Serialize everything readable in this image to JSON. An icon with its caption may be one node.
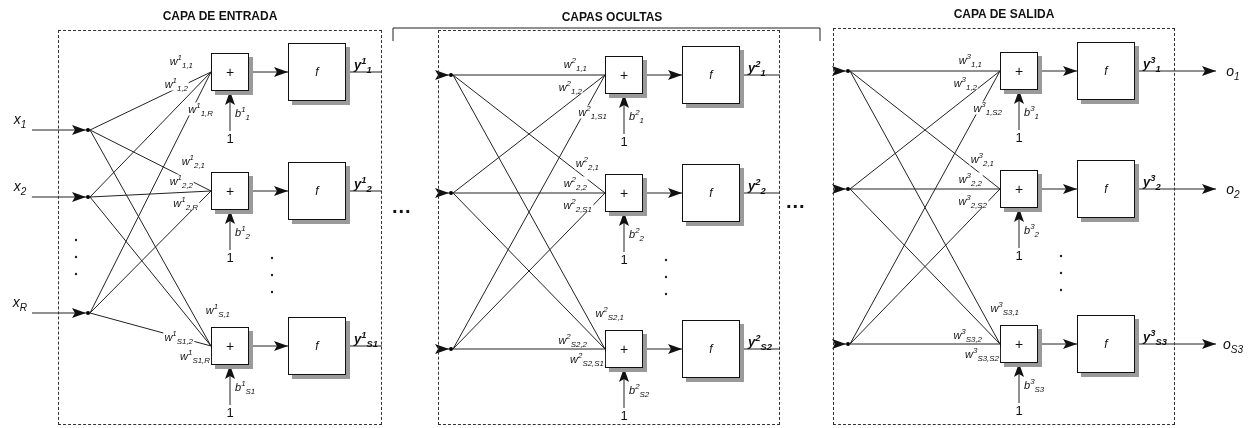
{
  "diagram": {
    "nodes": [
      {
        "text": [
          "x$_{1}$"
        ]
      },
      {
        "text": [
          "x$_{2}$"
        ]
      },
      {
        "text": [
          "x$_{R}$"
        ]
      },
      {
        "text": [
          "CAPA DE ENTRADA"
        ]
      },
      {
        "text": [],
        "shape": "point",
        "in": 3
      },
      {
        "text": [],
        "shape": "point",
        "in": 3
      },
      {
        "text": [],
        "shape": "point",
        "in": 3
      },
      {
        "text": [
          "+"
        ],
        "in": 3
      },
      {
        "text": [
          "+"
        ],
        "in": 3
      },
      {
        "text": [
          "+"
        ],
        "in": 3
      },
      {
        "text": [
          "f"
        ],
        "in": 3
      },
      {
        "text": [
          "f"
        ],
        "in": 3
      },
      {
        "text": [
          "f"
        ],
        "in": 3
      },
      {
        "text": [
          "1"
        ],
        "in": 3
      },
      {
        "text": [
          "1"
        ],
        "in": 3
      },
      {
        "text": [
          "1"
        ],
        "in": 3
      },
      {
        "text": [],
        "shape": "box"
      },
      {
        "text": [],
        "shape": "point",
        "in": 16
      },
      {
        "text": [],
        "shape": "point",
        "in": 16
      },
      {
        "text": [],
        "shape": "point",
        "in": 16
      },
      {
        "text": [
          "+"
        ],
        "in": 16
      },
      {
        "text": [
          "+"
        ],
        "in": 16
      },
      {
        "text": [
          "+"
        ],
        "in": 16
      },
      {
        "text": [
          "f"
        ],
        "in": 16
      },
      {
        "text": [
          "f"
        ],
        "in": 16
      },
      {
        "text": [
          "f"
        ],
        "in": 16
      },
      {
        "text": [
          "1"
        ],
        "in": 16
      },
      {
        "text": [
          "1"
        ],
        "in": 16
      },
      {
        "text": [
          "1"
        ],
        "in": 16
      },
      {
        "text": [
          "CAPA DE SALIDA"
        ]
      },
      {
        "text": [],
        "shape": "point",
        "in": 29
      },
      {
        "text": [],
        "shape": "point",
        "in": 29
      },
      {
        "text": [],
        "shape": "point",
        "in": 29
      },
      {
        "text": [
          "+"
        ],
        "in": 29
      },
      {
        "text": [
          "+"
        ],
        "in": 29
      },
      {
        "text": [
          "+"
        ],
        "in": 29
      },
      {
        "text": [
          "f"
        ],
        "in": 29
      },
      {
        "text": [
          "f"
        ],
        "in": 29
      },
      {
        "text": [
          "f"
        ],
        "in": 29
      },
      {
        "text": [
          "1"
        ],
        "in": 29
      },
      {
        "text": [
          "1"
        ],
        "in": 29
      },
      {
        "text": [
          "1"
        ],
        "in": 29
      },
      {
        "text": [
          "o$_{1}$"
        ]
      },
      {
        "text": [
          "o$_{2}$"
        ]
      },
      {
        "text": [
          "o$_{S3}$"
        ]
      }
    ],
    "edges": [
      {
        "from": 0,
        "to": 4,
        "arrow": "to"
      },
      {
        "from": 1,
        "to": 5,
        "arrow": "to"
      },
      {
        "from": 2,
        "to": 6,
        "arrow": "to"
      },
      {
        "from": 4,
        "to": 7,
        "arrow": "none",
        "label": "w$^{1}$$_{1,1}$"
      },
      {
        "from": 5,
        "to": 7,
        "arrow": "none",
        "label": "w$^{1}$$_{1,2}$"
      },
      {
        "from": 6,
        "to": 7,
        "arrow": "none",
        "label": "w$^{1}$$_{1,R}$"
      },
      {
        "from": 4,
        "to": 8,
        "arrow": "none",
        "label": "w$^{1}$$_{2,1}$"
      },
      {
        "from": 5,
        "to": 8,
        "arrow": "none",
        "label": "w$^{1}$$_{2,2}$"
      },
      {
        "from": 6,
        "to": 8,
        "arrow": "none",
        "label": "w$^{1}$$_{2,R}$"
      },
      {
        "from": 4,
        "to": 9,
        "arrow": "none",
        "label": "w$^{1}$$_{S,1}$"
      },
      {
        "from": 5,
        "to": 9,
        "arrow": "none",
        "label": "w$^{1}$$_{S1,2}$"
      },
      {
        "from": 6,
        "to": 9,
        "arrow": "none",
        "label": "w$^{1}$$_{S1,R}$"
      },
      {
        "from": 13,
        "to": 7,
        "arrow": "to",
        "label": "b$^{1}$$_{1}$"
      },
      {
        "from": 14,
        "to": 8,
        "arrow": "to",
        "label": "b$^{1}$$_{2}$"
      },
      {
        "from": 15,
        "to": 9,
        "arrow": "to",
        "label": "b$^{1}$$_{S1}$"
      },
      {
        "from": 7,
        "to": 10,
        "arrow": "to"
      },
      {
        "from": 8,
        "to": 11,
        "arrow": "to"
      },
      {
        "from": 9,
        "to": 12,
        "arrow": "to"
      },
      {
        "from": 10,
        "to": null,
        "arrow": "none",
        "label": "y$^{1}$$_{1}$"
      },
      {
        "from": 11,
        "to": null,
        "arrow": "none",
        "label": "y$^{1}$$_{2}$"
      },
      {
        "from": 12,
        "to": null,
        "arrow": "none",
        "label": "y$^{1}$$_{S1}$"
      },
      {
        "from": null,
        "to": 17,
        "arrow": "to"
      },
      {
        "from": null,
        "to": 18,
        "arrow": "to"
      },
      {
        "from": null,
        "to": 19,
        "arrow": "to"
      },
      {
        "from": 17,
        "to": 20,
        "arrow": "none",
        "label": "w$^{2}$$_{1,1}$"
      },
      {
        "from": 18,
        "to": 20,
        "arrow": "none",
        "label": "w$^{2}$$_{1,2}$"
      },
      {
        "from": 19,
        "to": 20,
        "arrow": "none",
        "label": "w$^{2}$$_{1,S1}$"
      },
      {
        "from": 17,
        "to": 21,
        "arrow": "none",
        "label": "w$^{2}$$_{2,1}$"
      },
      {
        "from": 18,
        "to": 21,
        "arrow": "none",
        "label": "w$^{2}$$_{2,2}$"
      },
      {
        "from": 19,
        "to": 21,
        "arrow": "none",
        "label": "w$^{2}$$_{2,S1}$"
      },
      {
        "from": 17,
        "to": 22,
        "arrow": "none",
        "label": "w$^{2}$$_{S2,1}$"
      },
      {
        "from": 18,
        "to": 22,
        "arrow": "none",
        "label": "w$^{2}$$_{S2,2}$"
      },
      {
        "from": 19,
        "to": 22,
        "arrow": "none",
        "label": "w$^{2}$$_{S2,S1}$"
      },
      {
        "from": 26,
        "to": 20,
        "arrow": "to",
        "label": "b$^{2}$$_{1}$"
      },
      {
        "from": 27,
        "to": 21,
        "arrow": "to",
        "label": "b$^{2}$$_{2}$"
      },
      {
        "from": 28,
        "to": 22,
        "arrow": "to",
        "label": "b$^{2}$$_{S2}$"
      },
      {
        "from": 20,
        "to": 23,
        "arrow": "to"
      },
      {
        "from": 21,
        "to": 24,
        "arrow": "to"
      },
      {
        "from": 22,
        "to": 25,
        "arrow": "to"
      },
      {
        "from": 23,
        "to": null,
        "arrow": "none",
        "label": "y$^{2}$$_{1}$"
      },
      {
        "from": 24,
        "to": null,
        "arrow": "none",
        "label": "y$^{2}$$_{2}$"
      },
      {
        "from": 25,
        "to": null,
        "arrow": "none",
        "label": "y$^{2}$$_{S2}$"
      },
      {
        "from": null,
        "to": 30,
        "arrow": "to"
      },
      {
        "from": null,
        "to": 31,
        "arrow": "to"
      },
      {
        "from": null,
        "to": 32,
        "arrow": "to"
      },
      {
        "from": 30,
        "to": 33,
        "arrow": "none",
        "label": "w$^{3}$$_{1,1}$"
      },
      {
        "from": 31,
        "to": 33,
        "arrow": "none",
        "label": "w$^{3}$$_{1,2}$"
      },
      {
        "from": 32,
        "to": 33,
        "arrow": "none",
        "label": "w$^{3}$$_{1,S2}$"
      },
      {
        "from": 30,
        "to": 34,
        "arrow": "none",
        "label": "w$^{3}$$_{2,1}$"
      },
      {
        "from": 31,
        "to": 34,
        "arrow": "none",
        "label": "w$^{3}$$_{2,2}$"
      },
      {
        "from": 32,
        "to": 34,
        "arrow": "none",
        "label": "w$^{3}$$_{2,S2}$"
      },
      {
        "from": 30,
        "to": 35,
        "arrow": "none",
        "label": "w$^{3}$$_{S3,1}$"
      },
      {
        "from": 31,
        "to": 35,
        "arrow": "none",
        "label": "w$^{3}$$_{S3,2}$"
      },
      {
        "from": 32,
        "to": 35,
        "arrow": "none",
        "label": "w$^{3}$$_{S3,S2}$"
      },
      {
        "from": 39,
        "to": 33,
        "arrow": "to",
        "label": "b$^{3}$$_{1}$"
      },
      {
        "from": 40,
        "to": 34,
        "arrow": "to",
        "label": "b$^{3}$$_{2}$"
      },
      {
        "from": 41,
        "to": 35,
        "arrow": "to",
        "label": "b$^{3}$$_{S3}$"
      },
      {
        "from": 33,
        "to": 36,
        "arrow": "to"
      },
      {
        "from": 34,
        "to": 37,
        "arrow": "to"
      },
      {
        "from": 35,
        "to": 38,
        "arrow": "to"
      },
      {
        "from": 36,
        "to": 42,
        "arrow": "to",
        "label": "y$^{3}$$_{1}$"
      },
      {
        "from": 37,
        "to": 43,
        "arrow": "to",
        "label": "y$^{3}$$_{2}$"
      },
      {
        "from": 38,
        "to": 44,
        "arrow": "to",
        "label": "y$^{3}$$_{S3}$"
      }
    ],
    "labels": [
      "CAPAS OCULTAS",
      "...",
      "..."
    ]
  }
}
